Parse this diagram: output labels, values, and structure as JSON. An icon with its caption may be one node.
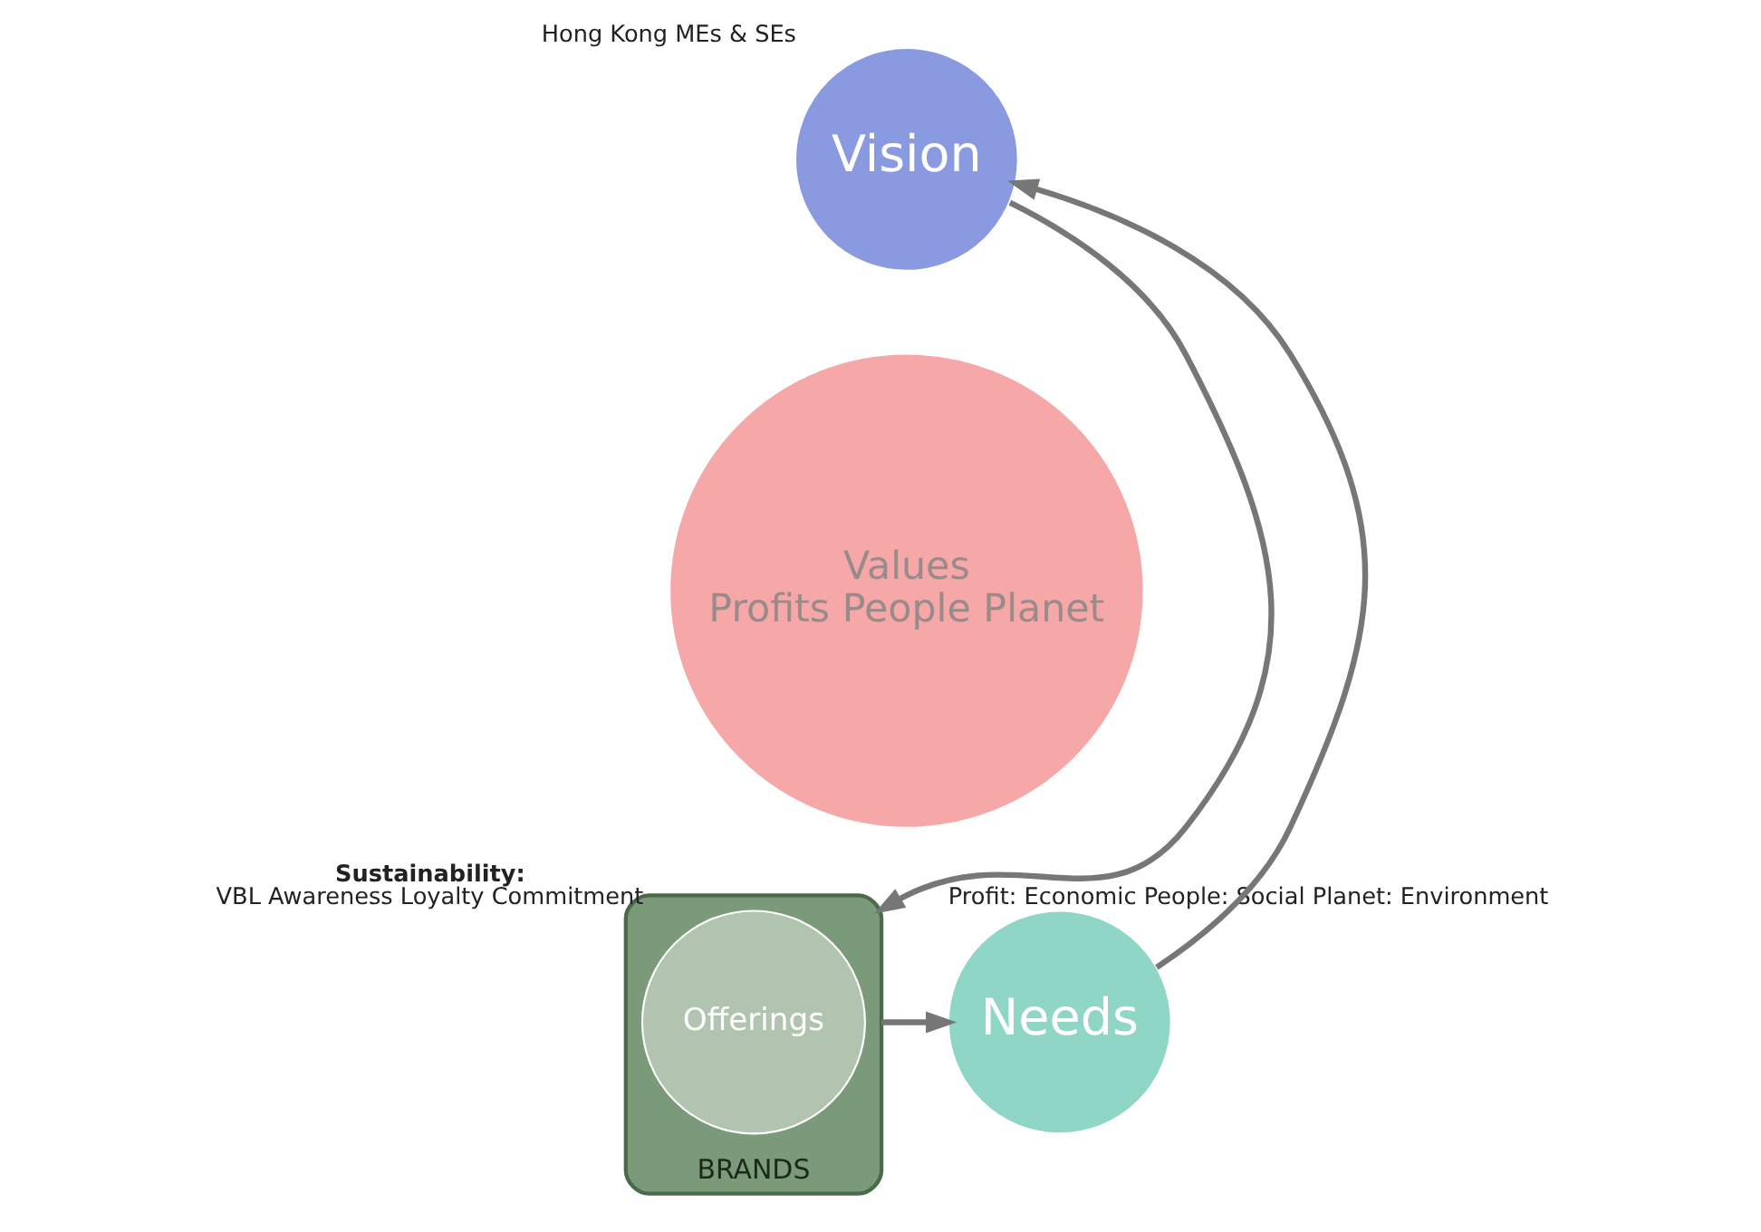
{
  "diagram": {
    "nodes": [
      {
        "text": [
          "Vision"
        ],
        "beside": [
          "Hong Kong MEs & SEs"
        ]
      },
      {
        "text": [
          "Values",
          "Profits People Planet"
        ]
      },
      {
        "text": [
          "BRANDS"
        ],
        "beside": [
          "Sustainability:",
          "VBL Awareness Loyalty Commitment"
        ]
      },
      {
        "text": [
          "Offerings"
        ],
        "in": 2
      },
      {
        "text": [
          "Needs"
        ],
        "beside": [
          "Profit: Economic People: Social Planet: Environment"
        ]
      }
    ],
    "edges": [
      {
        "from": 0,
        "to": 2,
        "arrow": "to"
      },
      {
        "from": 2,
        "to": 4,
        "arrow": "to"
      },
      {
        "from": 4,
        "to": 0,
        "arrow": "to"
      }
    ]
  }
}
